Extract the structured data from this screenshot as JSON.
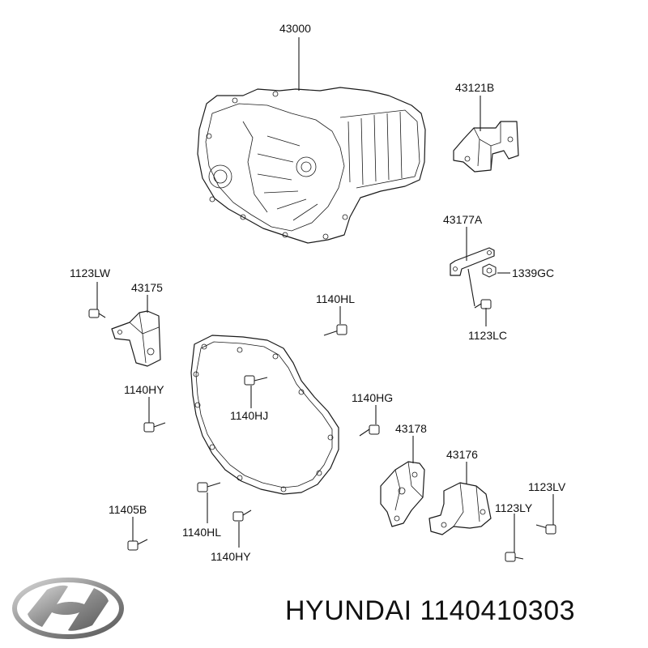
{
  "parts": [
    {
      "id": "part-43000",
      "label": "43000"
    },
    {
      "id": "part-43121B",
      "label": "43121B"
    },
    {
      "id": "part-43177A",
      "label": "43177A"
    },
    {
      "id": "part-1339GC",
      "label": "1339GC"
    },
    {
      "id": "part-1123LC",
      "label": "1123LC"
    },
    {
      "id": "part-1123LW",
      "label": "1123LW"
    },
    {
      "id": "part-43175",
      "label": "43175"
    },
    {
      "id": "part-1140HL-top",
      "label": "1140HL"
    },
    {
      "id": "part-1140HY-left",
      "label": "1140HY"
    },
    {
      "id": "part-1140HJ",
      "label": "1140HJ"
    },
    {
      "id": "part-1140HG",
      "label": "1140HG"
    },
    {
      "id": "part-43178",
      "label": "43178"
    },
    {
      "id": "part-43176",
      "label": "43176"
    },
    {
      "id": "part-1123LV",
      "label": "1123LV"
    },
    {
      "id": "part-1123LY",
      "label": "1123LY"
    },
    {
      "id": "part-11405B",
      "label": "11405B"
    },
    {
      "id": "part-1140HL-bottom",
      "label": "1140HL"
    },
    {
      "id": "part-1140HY-bottom",
      "label": "1140HY"
    }
  ],
  "caption": {
    "brand": "HYUNDAI",
    "part_number": "1140410303",
    "full": "HYUNDAI 1140410303"
  },
  "logo": {
    "icon": "hyundai-logo-icon",
    "color": "#9a9a9a"
  }
}
